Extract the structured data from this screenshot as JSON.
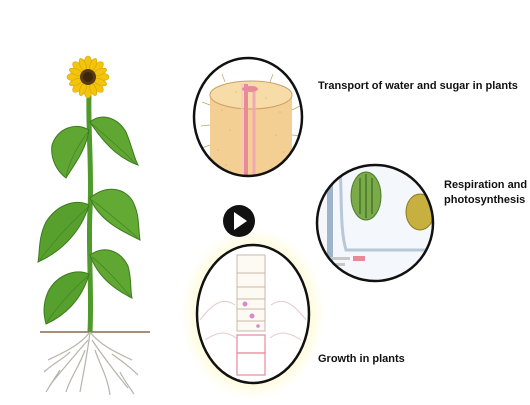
{
  "topics": [
    {
      "id": "transport",
      "label": "Transport of water and sugar in plants"
    },
    {
      "id": "respiration",
      "label": "Respiration and photosynthesis"
    },
    {
      "id": "growth",
      "label": "Growth in plants"
    }
  ],
  "icons": {
    "play": "play-icon",
    "plant": "sunflower-plant-icon"
  },
  "colors": {
    "leaf": "#5a9e2e",
    "leaf_dark": "#3d7a1e",
    "petal": "#f2c40c",
    "stem_cell": "#f0c98a",
    "xylem": "#e98a9a",
    "glow": "#fff3a0",
    "play_bg": "#111111"
  }
}
